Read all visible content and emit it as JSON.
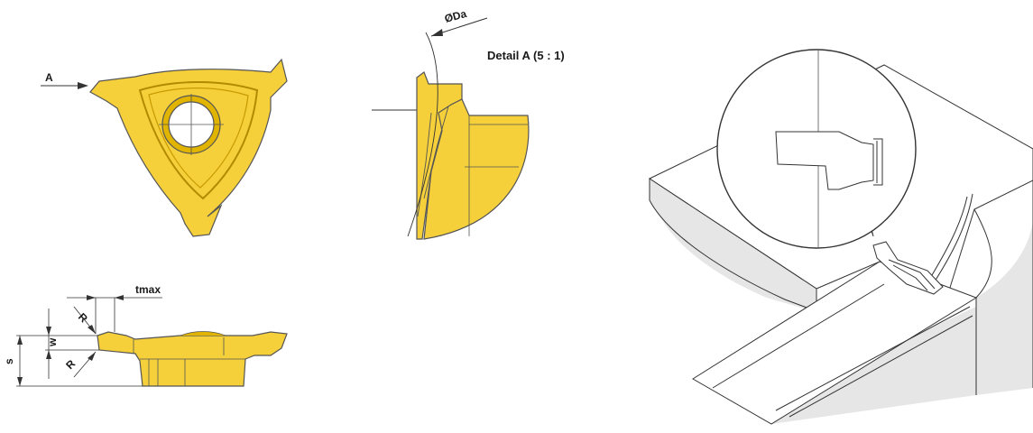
{
  "labels": {
    "view_arrow": "A",
    "diameter": "ØDa",
    "detail": "Detail A (5 : 1)",
    "tmax": "tmax",
    "radius_top": "R",
    "radius_bottom": "R",
    "width": "w",
    "thickness": "s"
  },
  "colors": {
    "insert_fill": "#f5d03a",
    "insert_stroke": "#555555",
    "line": "#333333",
    "workpiece_shade": "#e6e6e6"
  }
}
